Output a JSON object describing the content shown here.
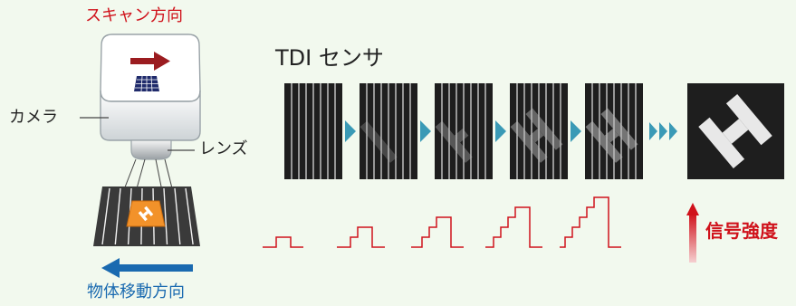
{
  "labels": {
    "scan_direction": "スキャン方向",
    "camera": "カメラ",
    "lens": "レンズ",
    "object_direction": "物体移動方向",
    "sensor_title": "TDI センサ",
    "signal_strength": "信号強度"
  },
  "colors": {
    "background": "#f2f9ee",
    "red": "#d0121b",
    "blue": "#1a6ab0",
    "teal_arrow": "#3a9ab6",
    "sensor_panel": "#1e1e1e",
    "sensor_stripe": "#d6d6d6",
    "object_orange": "#f2922a"
  },
  "sensor": {
    "frame_count": 5,
    "steps": [
      1,
      2,
      3,
      4,
      5
    ]
  },
  "icons": [
    "right-arrow-icon",
    "left-arrow-icon",
    "up-arrow-icon",
    "solar-grid-icon",
    "h-shape-icon"
  ]
}
